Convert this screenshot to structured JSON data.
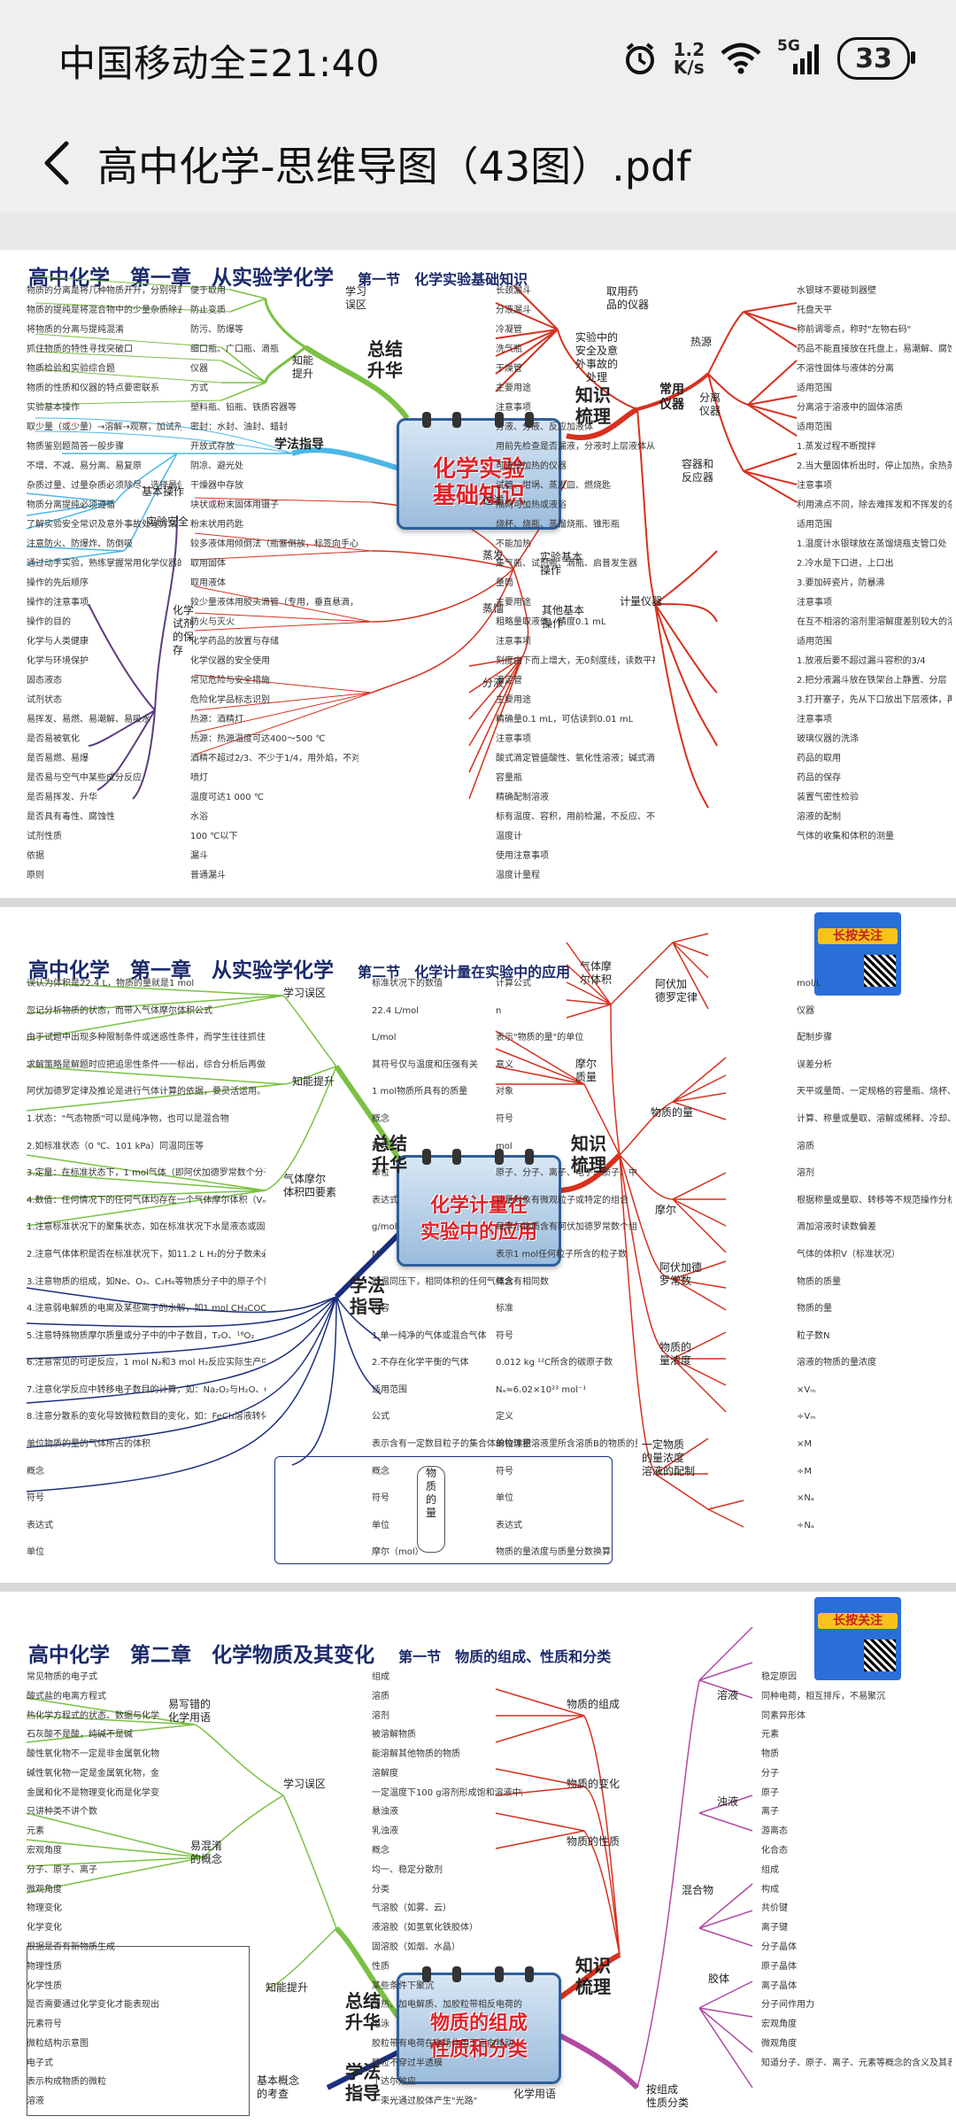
{
  "status_bar": {
    "carrier_time": "中国移动全Ξ21:40",
    "net_speed_value": "1.2",
    "net_speed_unit": "K/s",
    "network_type": "5G",
    "battery_level": "33"
  },
  "title_bar": {
    "title": "高中化学-思维导图（43图）.pdf"
  },
  "page1": {
    "header_main": "高中化学　第一章　从实验学化学",
    "header_section": "第一节　化学实验基础知识",
    "center": "化学实验\n基础知识",
    "branches": {
      "summary": "总结\n升华",
      "knowledge": "知识\n梳理",
      "study_method": "学法指导",
      "common_instruments": "常用\n仪器",
      "safety": "实验中的\n安全及意\n外事故的\n处理",
      "basic_ops": "实验基本\n操作",
      "other_ops": "其他基本\n操作",
      "measuring": "计量仪器",
      "heating": "热源",
      "separation": "分离\n仪器",
      "containers": "容器和\n反应器",
      "take_drug": "取用药\n品的仪器",
      "learn_wrong": "学习\n误区",
      "knowledge_up": "知能\n提升",
      "basic_op_small": "基本操作",
      "lab_safety": "实验安全",
      "storage": "化学\n试剂\n的保\n存",
      "filter": "过滤",
      "evaporate": "蒸发",
      "distill": "蒸馏",
      "extract": "分液"
    },
    "texts": [
      "物质的分离是将几种物质开升，分别得到几种纯净物",
      "物质的提纯是将混合物中的少量杂质除去而得到纯净物质",
      "将物质的分离与提纯混淆",
      "抓住物质的特性寻找突破口",
      "物质检验和实验综合题",
      "物质的性质和仪器的特点要密联系",
      "实验基本操作",
      "取少量（或少量）→溶解→观察，加试剂→描述现象→得出结论",
      "物质鉴别题简答一般步骤",
      "不增、不减、易分离、易复原",
      "杂质过量、过量杂质必须除尽、选择最佳除杂途径",
      "物质分离提纯必须遵循",
      "了解实验安全常识及意外事故处理方法",
      "注意防火、防爆炸、防倒吸",
      "通过动手实验，熟练掌握常用化学仪器的使用方法和操作注意事项",
      "操作的先后顺序",
      "操作的注意事项",
      "操作的目的",
      "化学与人类健康",
      "化学与环境保护",
      "固态液态",
      "试剂状态",
      "易挥发、易燃、易潮解、易吸水",
      "是否易被氧化",
      "是否易燃、易爆",
      "是否易与空气中某些成分反应",
      "是否易挥发、升华",
      "是否具有毒性、腐蚀性",
      "试剂性质",
      "依据",
      "原则",
      "便于取用",
      "防止变质",
      "防污、防爆等",
      "细口瓶、广口瓶、滴瓶",
      "仪器",
      "方式",
      "塑料瓶、铅瓶、铁质容器等",
      "密封：水封、油封、蜡封",
      "开放式存放",
      "阴凉、避光处",
      "干燥器中存放",
      "块状或粉末固体用镊子",
      "粉末状用药匙",
      "较多液体用倾倒法（瓶塞倒放，标签向手心，口挨口）",
      "取用固体",
      "取用液体",
      "较少量液体用胶头滴管（专用，垂直悬滴，不倒置）",
      "防火与灭火",
      "化学药品的放置与存储",
      "化学仪器的安全使用",
      "常见危险与安全措施",
      "危险化学品标志识别",
      "热源：酒精灯",
      "热源：热源温度可达400～500 ℃",
      "酒精不超过2/3、不少于1/4，用外焰，不对火，不吹灭，先关后点酒精",
      "喷灯",
      "温度可达1 000 ℃",
      "水浴",
      "100 ℃以下",
      "漏斗",
      "普通漏斗",
      "长颈漏斗",
      "分液漏斗",
      "冷凝管",
      "洗气瓶",
      "干燥管",
      "主要用途",
      "注意事项",
      "分液、分液、反应加液体",
      "用前先检查是否漏液，分液时上层液体从上口倒出，下层液体从下口放出，放液时打开分液漏斗上口玻璃塞或将塞上的凹槽对准上口小孔",
      "可直接加热的仪器",
      "试管、坩埚、蒸发皿、燃烧匙",
      "隔网可加热或液浴",
      "烧杯、烧瓶、蒸馏烧瓶、锥形瓶",
      "不能加热",
      "集气瓶、试剂瓶、滴瓶、启普发生器",
      "量筒",
      "主要用途",
      "粗略量取液体，精度0.1 mL",
      "注意事项",
      "刻度由下而上增大，无0刻度线，读数平视，量筒底部无0刻度，不能加热，不能作反应器",
      "滴定管",
      "主要用途",
      "精确量0.1 mL，可估读到0.01 mL",
      "注意事项",
      "酸式滴定管盛酸性、氧化性溶液；碱式滴定管盛碱性，0刻度线在上方",
      "容量瓶",
      "精确配制溶液",
      "标有温度、容积，用前检漏，不反应、不加热、不稀释，不储存溶液",
      "温度计",
      "使用注意事项",
      "温度计量程",
      "水银球不要碰到器壁",
      "托盘天平",
      "称前调零点，称时\"左物右码\"",
      "药品不能直接放在托盘上，易潮解、腐蚀性药品放在玻璃器皿中称量",
      "不溶性固体与液体的分离",
      "适用范围",
      "分离溶于溶液中的固体溶质",
      "适用范围",
      "1.蒸发过程不断搅拌",
      "2.当大量固体析出时，停止加热，余热蒸干",
      "注意事项",
      "利用沸点不同，除去难挥发和不挥发的杂质",
      "适用范围",
      "1.温度计水银球放在蒸馏烧瓶支管口处",
      "2.冷水是下口进，上口出",
      "3.要加碎瓷片，防暴沸",
      "注意事项",
      "在互不相溶的溶剂里溶解度差别较大的溶质",
      "适用范围",
      "1.放液后要不超过漏斗容积的3/4",
      "2.把分液漏斗放在铁架台上静置、分层",
      "3.打开塞子，先从下口放出下层液体，再从上口倒出上层液体",
      "注意事项",
      "玻璃仪器的洗涤",
      "药品的取用",
      "药品的保存",
      "装置气密性检验",
      "溶液的配制",
      "气体的收集和体积的测量"
    ]
  },
  "page2": {
    "header_main": "高中化学　第一章　从实验学化学",
    "header_section": "第二节　化学计量在实验中的应用",
    "center": "化学计量在\n实验中的应用",
    "ad_text": "长按关注",
    "branches": {
      "summary": "总结\n升华",
      "knowledge": "知识\n梳理",
      "study_method": "学法\n指导",
      "learn_wrong": "学习误区",
      "knowledge_up": "知能提升",
      "gas_molar": "气体摩尔\n体积四要素",
      "gas_molar_vol": "气体摩\n尔体积",
      "molar_mass": "摩尔\n质量",
      "avogadro_law": "阿伏加\n德罗定律",
      "amount": "物质的量",
      "mole": "摩尔",
      "avogadro_const": "阿伏加德\n罗常数",
      "concentration": "物质的\n量浓度",
      "prep": "一定物质\n的量浓度\n溶液的配制",
      "material_qty": "物\n质\n的\n量"
    },
    "texts": [
      "误认为体积是22.4 L，物质的量就是1 mol",
      "忽记分析物质的状态，而带入气体摩尔体积公式",
      "由于试题中出现多种限制条件或迷惑性条件，而学生往往抓住一个条件而忽略其他条件从而导致错误",
      "求解策略是解题时应把追思性条件一一标出，综合分析后再做判断",
      "阿伏加德罗定律及推论是进行气体计算的依据，要灵活运用。注意结合质量守恒定律和摩尔质量公式进行推算，但一定要依据物质的量这一核心，它是沟通微观粒子与宏观物质量的桥梁，通常情况是：已知一个物理量，求算物质的量或求算另一个物理量",
      "1.状态：\"气态物质\"可以是纯净物，也可以是混合物",
      "2.如标准状态（0 ℃、101 kPa）同温同压等",
      "3.定量：在标准状态下，1 mol气体（即阿伏加德罗常数个分子）的体积为22.4 L",
      "4.数值：任何情况下的任何气体均存在一个气体摩尔体积（Vₘ），但数值不一定是22.4 L/mol",
      "1.注意标准状况下的聚集状态，如在标准状况下水是液态或固态，SO₃为固态，碳原子数大于4的烃类为液态或固态等",
      "2.注意气体体积是否在标准状况下，如11.2 L H₂的分子数未必是0.5Nₐ",
      "3.注意物质的组成，如Ne、O₃、C₂H₆等物质分子中的原子个数，Na₂O₂中阴阳离子个数比等",
      "4.注意弱电解质的电离及某些离子的水解，如1 mol CH₃COOH溶液中的CH₃COO⁻物质的量小于1 mol；1 mol FeCl₃溶于水时，由于Fe³⁺的水解，溶液中Fe³⁺的物质的量小于1 mol",
      "5.注意特殊物质摩尔质量或分子中的中子数目，T₂O、¹⁸O₂",
      "6.注意常见的可逆反应，1 mol N₂和3 mol H₂反应实际生产中得不到2 mol NH₃(因其为可逆反应)",
      "7.注意化学反应中转移电子数目的计算，如：Na₂O₂与H₂O、Cl₂与碱溶液的反应，Cu和Fe分别与S、Cl₂的反应，CuSO₄、AgNO₃、NaCl等溶液的电解",
      "8.注意分散系的变化导致微粒数目的变化，如：FeCl₃溶液转化为Fe(OH)₃胶体，因为胶体微粒是分子的集合体，所以胶体粒子的数目小于原溶液中Fe³⁺数目",
      "单位物质的量的气体所占的体积",
      "概念",
      "符号",
      "表达式",
      "单位",
      "标准状况下的数值",
      "22.4 L/mol",
      "L/mol",
      "其符号仅与温度和压强有关",
      "1 mol物质所具有的质量",
      "概念",
      "符号",
      "单位",
      "表达式",
      "g/mol",
      "M",
      "同温同压下，相同体积的任何气体含有相同数目的分子",
      "内容",
      "1.单一纯净的气体或混合气体",
      "2.不存在化学平衡的气体",
      "适用范围",
      "公式",
      "表示含有一定数目粒子的集合体的物理量",
      "概念",
      "符号",
      "单位",
      "摩尔（mol）",
      "计算公式",
      "n",
      "表示\"物质的量\"的单位",
      "意义",
      "对象",
      "符号",
      "mol",
      "原子、分子、离子、电子、质子、中子、原子团等微观粒子",
      "计量对象有微观粒子或特定的组合",
      "每摩尔物质含有阿伏加德罗常数个组成该物质的微粒",
      "表示1 mol任何粒子所含的粒子数",
      "概念",
      "标准",
      "符号",
      "0.012 kg ¹²C所含的碳原子数",
      "Nₐ≈6.02×10²³ mol⁻¹",
      "定义",
      "单位体积溶液里所含溶质B的物质的量",
      "符号",
      "单位",
      "表达式",
      "物质的量浓度与质量分数换算",
      "mol/L",
      "仪器",
      "配制步骤",
      "误差分析",
      "天平或量筒、一定规格的容量瓶、烧杯、玻璃棒、胶头滴管",
      "计算、称量或量取、溶解或稀释、冷却、转移、洗涤并转移、定容、摇匀、装瓶、贴签",
      "溶质",
      "溶剂",
      "根据称量或量取、转移等不规范操作分析",
      "滴加溶液时读数偏差",
      "气体的体积V（标准状况）",
      "物质的质量",
      "物质的量",
      "粒子数N",
      "溶液的物质的量浓度",
      "×Vₘ",
      "÷Vₘ",
      "×M",
      "÷M",
      "×Nₐ",
      "÷Nₐ"
    ]
  },
  "page3": {
    "header_main": "高中化学　第二章　化学物质及其变化",
    "header_section": "第一节　物质的组成、性质和分类",
    "center": "物质的组成\n性质和分类",
    "ad_text": "长按关注",
    "branches": {
      "summary": "总结\n升华",
      "knowledge": "知识\n梳理",
      "study_method": "学法\n指导",
      "learn_wrong": "学习误区",
      "easy_wrong": "易写错的\n化学用语",
      "easy_mix": "易混淆\n的概念",
      "knowledge_up": "知能提升",
      "basic_concept": "基本概念\n的考查",
      "composition": "物质的组成",
      "change": "物质的变化",
      "property": "物质的性质",
      "chem_language": "化学用语",
      "classify": "按组成\n性质分类",
      "mixture": "混合物",
      "colloid": "胶体",
      "solution": "溶液",
      "turbid": "浊液"
    },
    "texts": [
      "常见物质的电子式",
      "酸式盐的电离方程式",
      "热化学方程式的状态、数据与化学计量数的对应问题",
      "石灰酸不是酸，纯碱不是碱",
      "酸性氧化物不一定是非金属氧化物，非金属氧化物不一定是酸性氧化物",
      "碱性氧化物一定是金属氧化物，金属氧化物不一定是碱性氧化物",
      "金属和化不是物理变化而是化学变化，色彩反应不是化学变化而是物理变化",
      "只讲种类不讲个数",
      "元素",
      "宏观角度",
      "分子、原子、离子",
      "微观角度",
      "物理变化",
      "化学变化",
      "根据是否有新物质生成",
      "物理性质",
      "化学性质",
      "是否需要通过化学变化才能表现出来",
      "元素符号",
      "微粒结构示意图",
      "电子式",
      "表示构成物质的微粒",
      "溶液",
      "组成",
      "溶质",
      "溶剂",
      "被溶解物质",
      "能溶解其他物质的物质",
      "溶解度",
      "一定温度下100 g溶剂形成饱和溶液中所含溶质的质量（单位：g）",
      "悬浊液",
      "乳浊液",
      "概念",
      "均一、稳定分散剂",
      "分类",
      "气溶胶（如雾、云）",
      "液溶胶（如氢氧化铁胶体）",
      "固溶胶（如烟、水晶）",
      "性质",
      "某些条件下聚沉",
      "加热、加电解质、加胶粒带相反电荷的胶体",
      "电泳",
      "胶粒带有电荷在电场作用下定向移动",
      "胶粒不穿过半透膜",
      "丁达尔效应",
      "一束光通过胶体产生\"光路\"",
      "稳定原因",
      "同种电荷，相互排斥，不易聚沉",
      "同素异形体",
      "元素",
      "物质",
      "分子",
      "原子",
      "离子",
      "游离态",
      "化合态",
      "组成",
      "构成",
      "共价键",
      "离子键",
      "分子晶体",
      "原子晶体",
      "离子晶体",
      "分子间作用力",
      "宏观角度",
      "微观角度",
      "知道分子、原子、离子、元素等概念的含义及其表示方法"
    ]
  }
}
